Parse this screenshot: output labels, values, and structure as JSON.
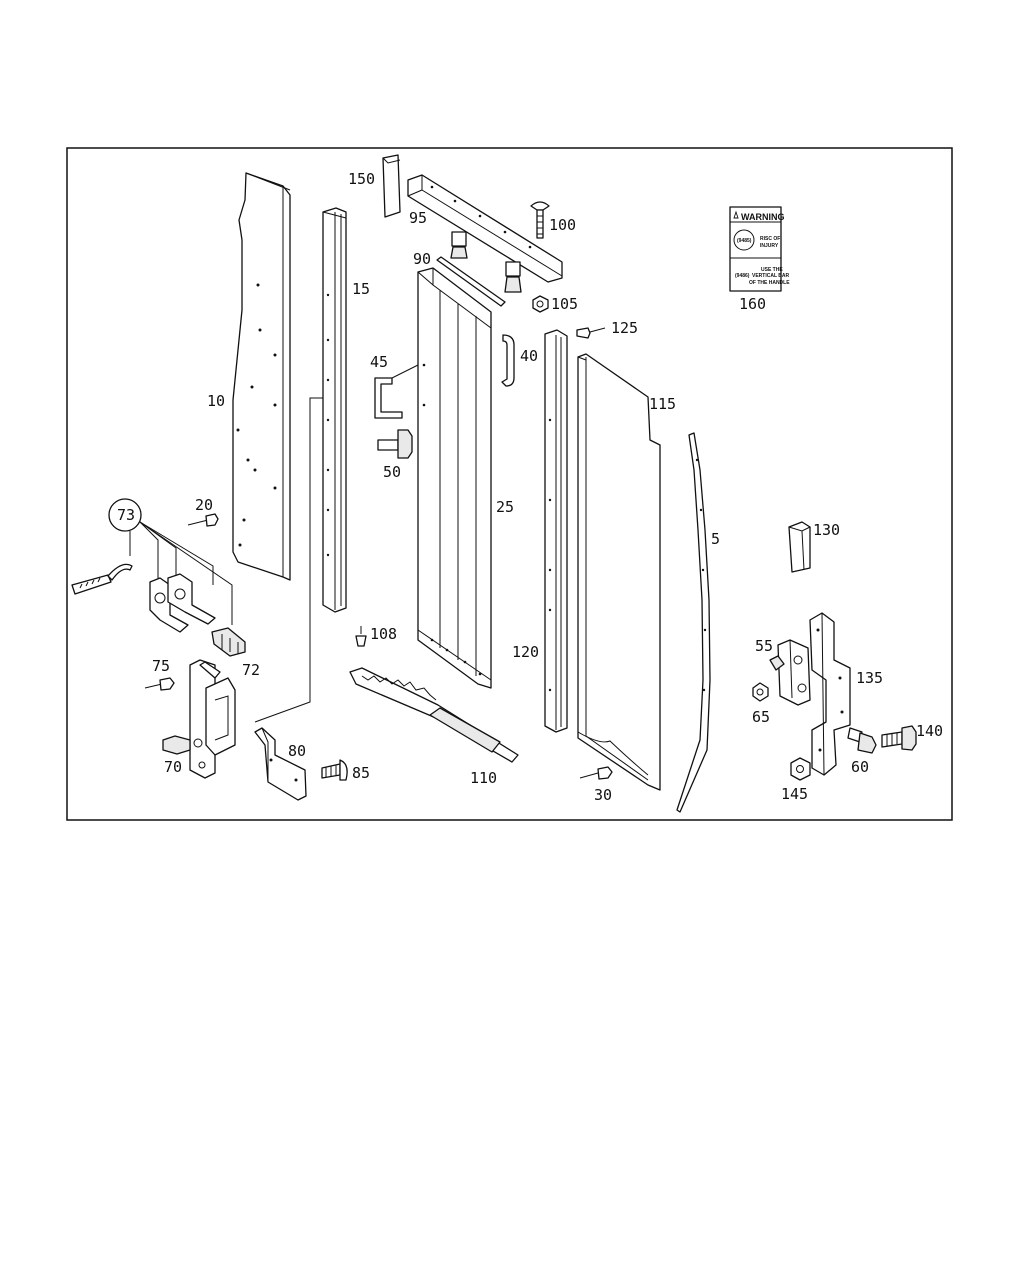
{
  "callouts": {
    "c150": "150",
    "c95": "95",
    "c100": "100",
    "c90": "90",
    "c105": "105",
    "c160": "160",
    "c15": "15",
    "c10": "10",
    "c125": "125",
    "c45": "45",
    "c40": "40",
    "c115": "115",
    "c50": "50",
    "c25": "25",
    "c20": "20",
    "c73": "73",
    "c5": "5",
    "c130": "130",
    "c108": "108",
    "c120": "120",
    "c55": "55",
    "c72": "72",
    "c135": "135",
    "c75": "75",
    "c65": "65",
    "c140": "140",
    "c80": "80",
    "c70": "70",
    "c85": "85",
    "c60": "60",
    "c110": "110",
    "c30": "30",
    "c145": "145"
  },
  "warning_label": {
    "title": "WARNING",
    "line1": "RISC OF",
    "line2": "INJURY",
    "line3": "USE THE",
    "line4": "VERTICAL BAR",
    "line5": "OF THE HANDLE",
    "badge1": "(9485)",
    "badge2": "(9486)"
  },
  "colors": {
    "line": "#111111",
    "background": "#ffffff"
  }
}
